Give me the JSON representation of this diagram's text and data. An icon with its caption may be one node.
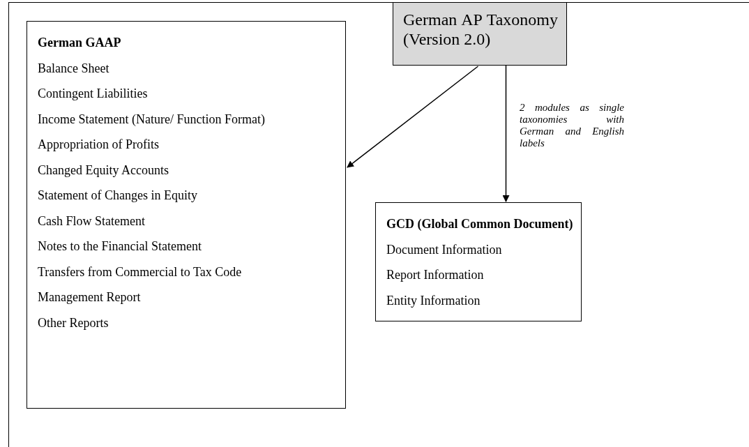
{
  "diagram": {
    "nodes": [
      {
        "text": [
          "German GAAP",
          "Balance Sheet",
          "Contingent Liabilities",
          "Income Statement (Nature/ Function Format)",
          "Appropriation of Profits",
          "Changed Equity Accounts",
          "Statement of Changes in Equity",
          "Cash Flow Statement",
          "Notes to the Financial Statement",
          "Transfers from Commercial to Tax Code",
          "Management Report",
          "Other Reports"
        ]
      },
      {
        "text": [
          "German AP Taxonomy (Version 2.0)"
        ]
      },
      {
        "text": [
          "GCD (Global Common Document)",
          "Document Information",
          "Report Information",
          "Entity Information"
        ]
      }
    ],
    "edges": [
      {
        "from": 1,
        "to": 0,
        "arrow": "to"
      },
      {
        "from": 1,
        "to": 2,
        "arrow": "to",
        "label": "2 modules as single taxonomies with German and English labels"
      }
    ]
  }
}
